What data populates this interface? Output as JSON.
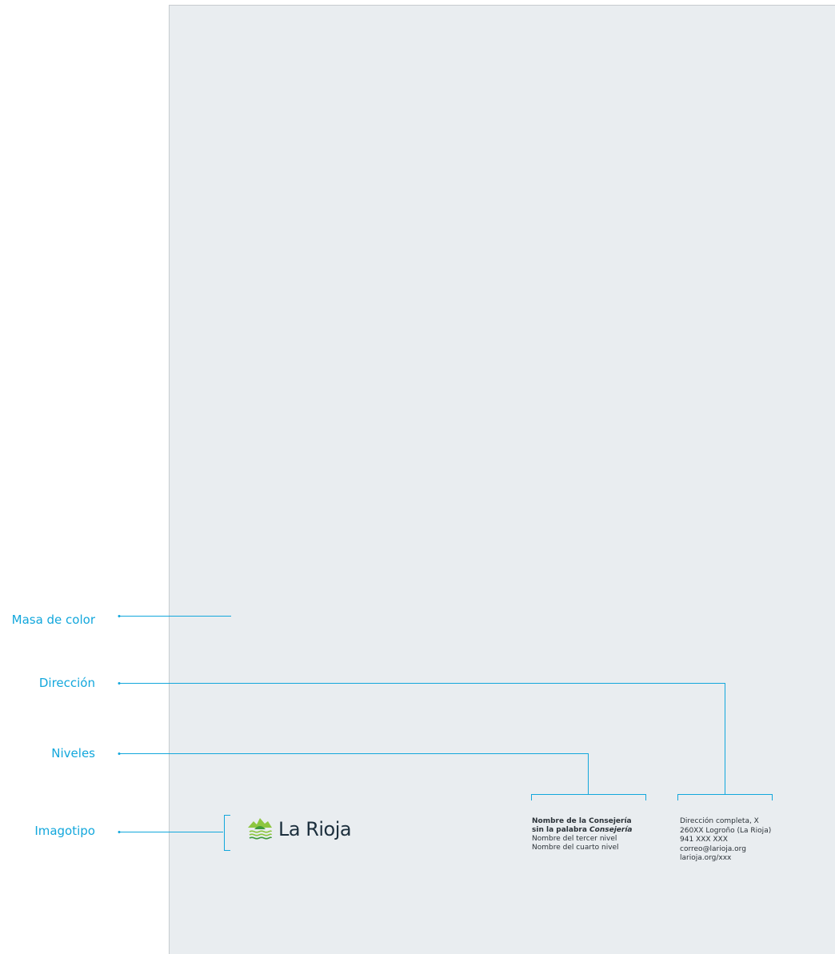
{
  "annotations": {
    "masa": "Masa de color",
    "direccion": "Dirección",
    "niveles": "Niveles",
    "imagotipo": "Imagotipo"
  },
  "logo": {
    "icon": "la-rioja-mountain-icon",
    "text": "La Rioja"
  },
  "levels": {
    "line1": "Nombre de la Consejería",
    "line2_prefix": "sin la palabra ",
    "line2_italic": "Consejería",
    "line3": "Nombre del tercer nivel",
    "line4": "Nombre del cuarto nivel"
  },
  "address": {
    "line1": "Dirección completa, X",
    "line2": "260XX Logroño (La Rioja)",
    "line3": "941 XXX XXX",
    "line4": "correo@larioja.org",
    "line5": "larioja.org/xxx"
  },
  "colors": {
    "annotation": "#12a7dc",
    "sheet": "#e9edf0",
    "logo_green": "#8dc63f",
    "logo_text": "#1c2f3d"
  }
}
